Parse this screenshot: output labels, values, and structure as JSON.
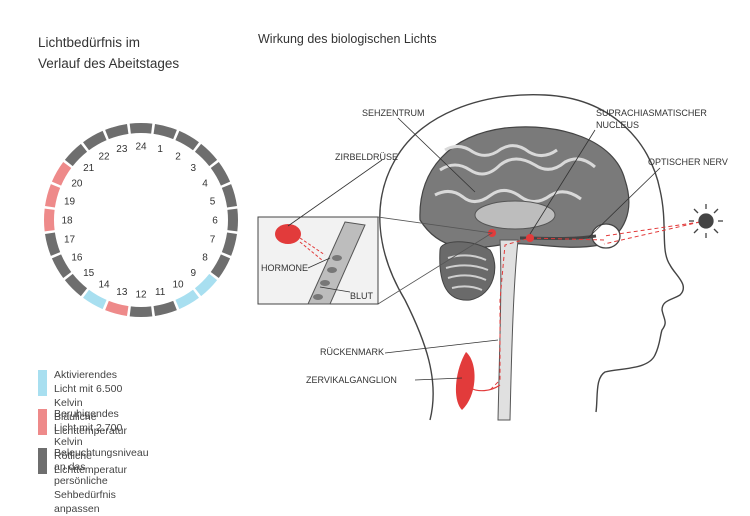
{
  "titles": {
    "clock_title": "Lichtbedürfnis im\nVerlauf des Abeitstages",
    "brain_title": "Wirkung des biologischen Lichts"
  },
  "clock": {
    "hours": [
      "24",
      "1",
      "2",
      "3",
      "4",
      "5",
      "6",
      "7",
      "8",
      "9",
      "10",
      "11",
      "12",
      "13",
      "14",
      "15",
      "16",
      "17",
      "18",
      "19",
      "20",
      "21",
      "22",
      "23"
    ],
    "segment_types": [
      "gray",
      "gray",
      "gray",
      "gray",
      "gray",
      "gray",
      "gray",
      "gray",
      "gray",
      "blue",
      "blue",
      "gray",
      "gray",
      "red",
      "blue",
      "gray",
      "gray",
      "gray",
      "red",
      "red",
      "red",
      "gray",
      "gray",
      "gray"
    ]
  },
  "legend": [
    {
      "label": "Aktivierendes Licht mit 6.500 Kelvin\nBläuliche Lichttemperatur",
      "color": "#a8dff0"
    },
    {
      "label": "Beruhigendes Licht mit 2.700 Kelvin\nRötliche Lichttemperatur",
      "color": "#ee8a8a"
    },
    {
      "label": "Beleuchtungsniveau an das\npersönliche Sehbedürfnis anpassen",
      "color": "#6e6e6e"
    }
  ],
  "colors": {
    "blue": "#a8dff0",
    "red": "#ee8a8a",
    "gray": "#6e6e6e",
    "accent_red": "#e23b3b"
  },
  "brain_labels": {
    "sehzentrum": "SEHZENTRUM",
    "suprachiasmatic_1": "SUPRACHIASMATISCHER",
    "suprachiasmatic_2": "NUCLEUS",
    "optic_nerve": "OPTISCHER NERV",
    "pineal": "ZIRBELDRÜSE",
    "hormone": "HORMONE",
    "blood": "BLUT",
    "spinal_cord": "RÜCKENMARK",
    "cervical_ganglion": "ZERVIKALGANGLION"
  }
}
